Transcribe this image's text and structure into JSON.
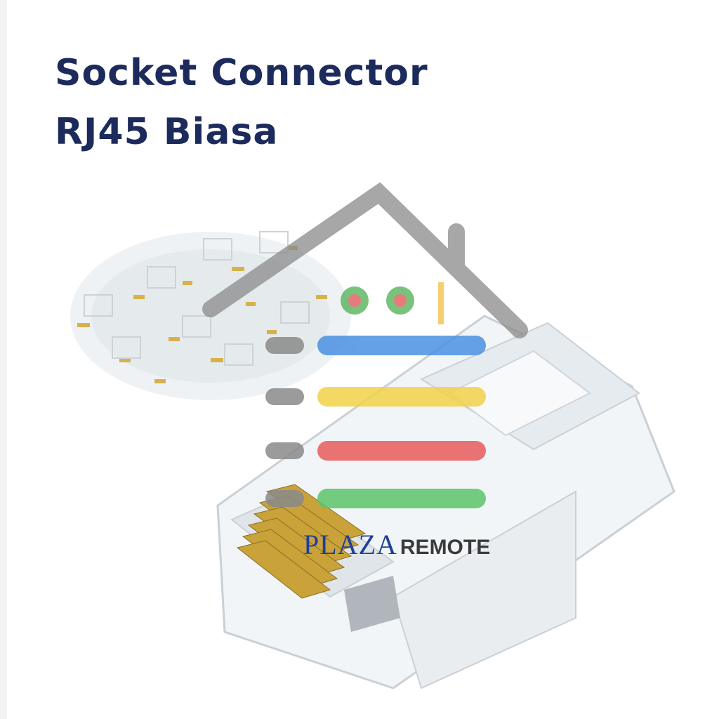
{
  "title": {
    "line1": "Socket Connector",
    "line2": "RJ45 Biasa"
  },
  "watermark": {
    "brand": "PLAZA",
    "suffix": "REMOTE",
    "icon": "house-icon",
    "bar_colors": [
      "#4a90e2",
      "#f2d24a",
      "#e85c5c",
      "#5cc46a"
    ]
  },
  "colors": {
    "title": "#1c2b5c",
    "gold_pins": "#c9a23a"
  }
}
